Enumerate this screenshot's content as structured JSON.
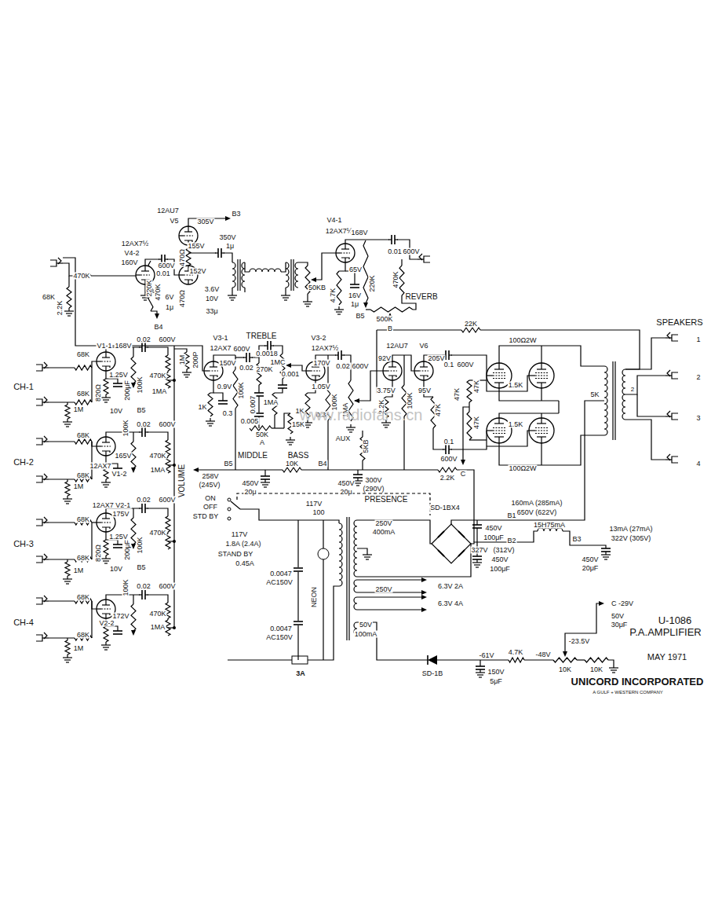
{
  "diagram": {
    "labels": [
      "12AU7",
      "V5",
      "305V",
      "B3",
      "12AX7½",
      "V4-2",
      "350V",
      "1μ",
      "155V",
      "160V",
      "600V",
      "152V",
      "0.01",
      "470K",
      "68K",
      "220K",
      "470K",
      "2.2K",
      "6V",
      "1μ",
      "3.6V",
      "10V",
      "470Ω",
      "470Ω",
      "33μ",
      "B4",
      "V4-1",
      "12AX7½",
      "168V",
      "0.01",
      "600V",
      "65V",
      "4.7K",
      "220K",
      "470K",
      "16V",
      "1μ",
      "B5",
      "50KB",
      "REVERB",
      "500K",
      "B",
      "22K",
      "SPEAKERS",
      "1",
      "2",
      "3",
      "4",
      "V1-1",
      "168V",
      "68K",
      "0.02",
      "600V",
      "470K",
      "CH-1",
      "68K",
      "1M",
      "1.25V",
      "820Ω",
      "200μF",
      "10V",
      "100K",
      "1MA",
      "B5",
      "100K",
      "68K",
      "0.02",
      "600V",
      "165V",
      "12AX7",
      "V1-2",
      "470K",
      "1MA",
      "CH-2",
      "68K",
      "1M",
      "12AX7 V2-1",
      "175V",
      "0.02",
      "600V",
      "470K",
      "68K",
      "1.25V",
      "CH-3",
      "820Ω",
      "200μF",
      "10V",
      "100K",
      "B5",
      "68K",
      "1M",
      "100K",
      "68K",
      "0.02",
      "600V",
      "172V",
      "V2-2",
      "470K",
      "1MA",
      "CH-4",
      "68K",
      "1M",
      "VOLUME",
      "1M",
      "200P",
      "V3-1",
      "12AX7",
      "TREBLE",
      "600V",
      "0.0018",
      "150V",
      "1MC",
      "270K",
      "0.02",
      "0.001",
      "0.9V",
      "100K",
      "1K",
      "0.3",
      "0.007",
      "1MA",
      "0.005",
      "50K",
      "A",
      "15K",
      "MIDDLE",
      "BASS",
      "V3-2",
      "12AX7½",
      "170V",
      "0.02",
      "600V",
      "1.05V",
      "1K",
      "100K",
      "0.3",
      "1MA",
      "AUX",
      "5KB",
      "B5",
      "258V",
      "(245V)",
      "10K",
      "B4",
      "450V",
      "20μ",
      "450V",
      "20μ",
      "300V",
      "(290V)",
      "PRESENCE",
      "2.2K",
      "12AU7",
      "V6",
      "92V",
      "205V",
      "0.1",
      "600V",
      "3.75V",
      "2.2K",
      "100K",
      "95V",
      "47K",
      "47K",
      "47K",
      "47K",
      "0.1",
      "600V",
      "C",
      "100Ω2W",
      "1.5K",
      "1.5K",
      "100Ω2W",
      "5K",
      "2",
      "ON",
      "OFF",
      "STD BY",
      "117V",
      "100",
      "SD-1BX4",
      "250V",
      "400mA",
      "250V",
      "160mA (285mA)",
      "650V (622V)",
      "B1",
      "450V",
      "100μF",
      "B2",
      "15H75mA",
      "13mA (27mA)",
      "322V (305V)",
      "B3",
      "327V",
      "(312V)",
      "450V",
      "100μF",
      "450V",
      "20μF",
      "117V",
      "1.8A (2.4A)",
      "STAND BY",
      "0.45A",
      "0.0047",
      "AC150V",
      "0.0047",
      "AC150V",
      "NEON",
      "6.3V 2A",
      "6.3V 4A",
      "50V",
      "100mA",
      "3A",
      "C -29V",
      "50V",
      "30μF",
      "U-1086",
      "P.A.AMPLIFIER",
      "MAY 1971",
      "SD-1B",
      "-61V",
      "4.7K",
      "-48V",
      "-23.5V",
      "10K",
      "10K",
      "150V",
      "5μF",
      "UNICORD INCORPORATED",
      "A GULF + WESTERN COMPANY",
      "www.radiofans.cn"
    ]
  }
}
